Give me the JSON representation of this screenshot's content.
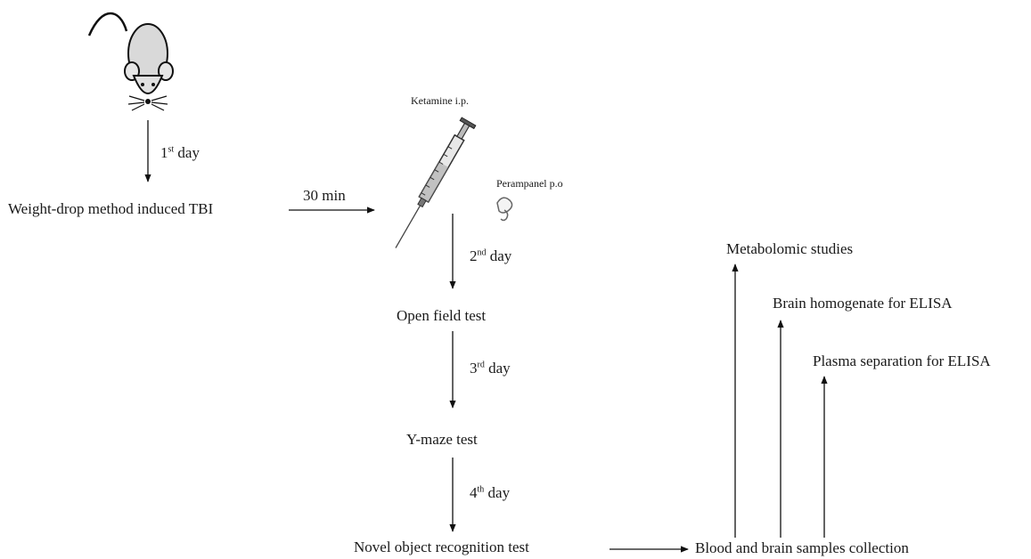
{
  "steps": {
    "induction": "Weight-drop method induced TBI",
    "interval": "30 min",
    "open_field": "Open field test",
    "ymaze": "Y-maze test",
    "nor": "Novel object recognition test",
    "collection": "Blood and brain samples collection"
  },
  "drugs": {
    "ketamine": "Ketamine i.p.",
    "perampanel": "Perampanel p.o"
  },
  "days": [
    {
      "num": "1",
      "suffix": "st",
      "word": "day"
    },
    {
      "num": "2",
      "suffix": "nd",
      "word": "day"
    },
    {
      "num": "3",
      "suffix": "rd",
      "word": "day"
    },
    {
      "num": "4",
      "suffix": "th",
      "word": "day"
    }
  ],
  "outputs": {
    "metabolomic": "Metabolomic studies",
    "brain_elisa": "Brain homogenate for ELISA",
    "plasma_elisa": "Plasma separation for ELISA"
  },
  "icons": [
    "mouse-icon",
    "syringe-icon",
    "pill-icon"
  ]
}
